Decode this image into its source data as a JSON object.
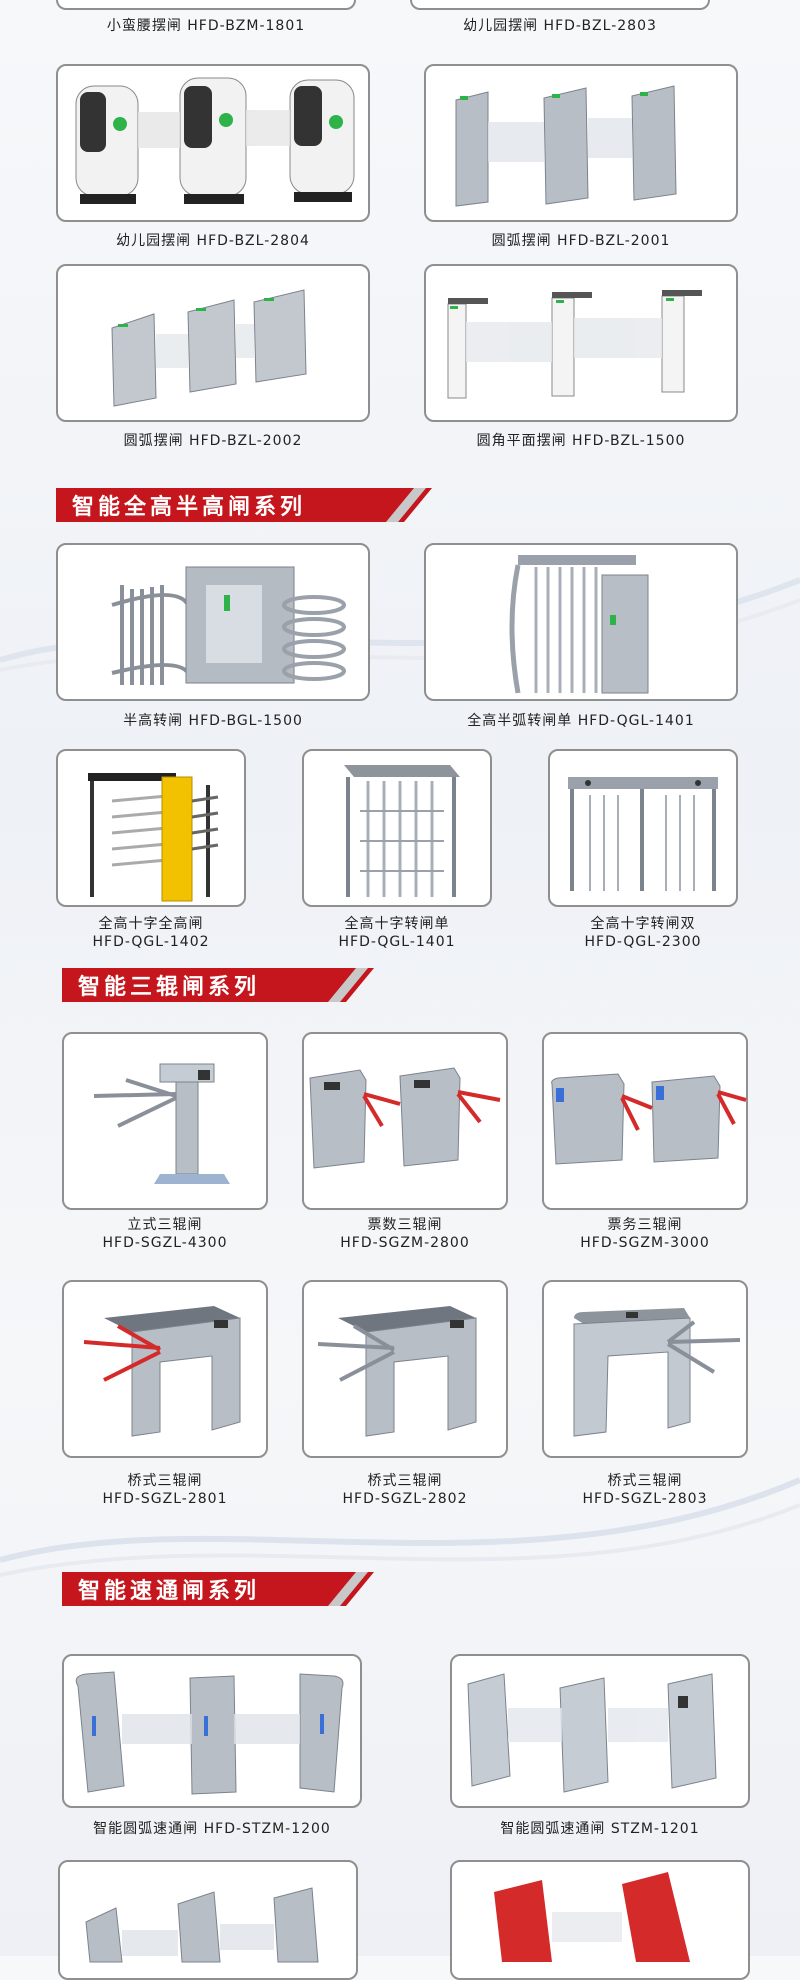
{
  "sections": {
    "swing_top": {
      "cards": [
        {
          "caption": "小蛮腰摆闸  HFD-BZM-1801"
        },
        {
          "caption": "幼儿园摆闸  HFD-BZL-2803"
        },
        {
          "caption": "幼儿园摆闸  HFD-BZL-2804"
        },
        {
          "caption": "圆弧摆闸  HFD-BZL-2001"
        },
        {
          "caption": "圆弧摆闸  HFD-BZL-2002"
        },
        {
          "caption": "圆角平面摆闸  HFD-BZL-1500"
        }
      ]
    },
    "full_half": {
      "title": "智能全高半高闸系列",
      "cards": [
        {
          "caption": "半高转闸  HFD-BGL-1500"
        },
        {
          "caption": "全高半弧转闸单  HFD-QGL-1401"
        },
        {
          "caption_1": "全高十字全高闸",
          "caption_2": "HFD-QGL-1402"
        },
        {
          "caption_1": "全高十字转闸单",
          "caption_2": "HFD-QGL-1401"
        },
        {
          "caption_1": "全高十字转闸双",
          "caption_2": "HFD-QGL-2300"
        }
      ]
    },
    "tripod": {
      "title": "智能三辊闸系列",
      "cards": [
        {
          "caption_1": "立式三辊闸",
          "caption_2": "HFD-SGZL-4300"
        },
        {
          "caption_1": "票数三辊闸",
          "caption_2": "HFD-SGZM-2800"
        },
        {
          "caption_1": "票务三辊闸",
          "caption_2": "HFD-SGZM-3000"
        },
        {
          "caption_1": "桥式三辊闸",
          "caption_2": "HFD-SGZL-2801"
        },
        {
          "caption_1": "桥式三辊闸",
          "caption_2": "HFD-SGZL-2802"
        },
        {
          "caption_1": "桥式三辊闸",
          "caption_2": "HFD-SGZL-2803"
        }
      ]
    },
    "speed": {
      "title": "智能速通闸系列",
      "cards": [
        {
          "caption": "智能圆弧速通闸  HFD-STZM-1200"
        },
        {
          "caption": "智能圆弧速通闸  STZM-1201"
        }
      ]
    }
  },
  "colors": {
    "banner_red": "#c4161c",
    "border": "#8f8f8f",
    "steel": "#b8bec6",
    "accent_green": "#2db34a",
    "arm_red": "#d42a2a"
  }
}
